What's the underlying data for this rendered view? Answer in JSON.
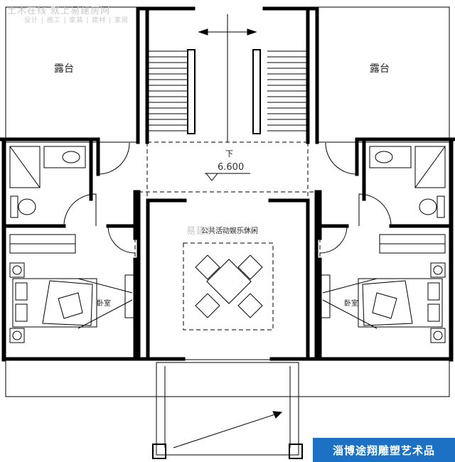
{
  "watermark": {
    "top_text": "土木在线 就上易建房网",
    "sub_text": "设计 | 施工 | 家装 | 建材 | 家居",
    "mid_text": "易建房网 3581"
  },
  "labels": {
    "terrace_left": "露台",
    "terrace_right": "露台",
    "down": "下",
    "elevation": "6.600",
    "lounge": "公共活动娱乐休闲",
    "bedroom_left": "卧室",
    "bedroom_right": "卧室"
  },
  "brand": {
    "text": "淄博途翔雕塑艺术品",
    "color": "#1d71c4"
  }
}
